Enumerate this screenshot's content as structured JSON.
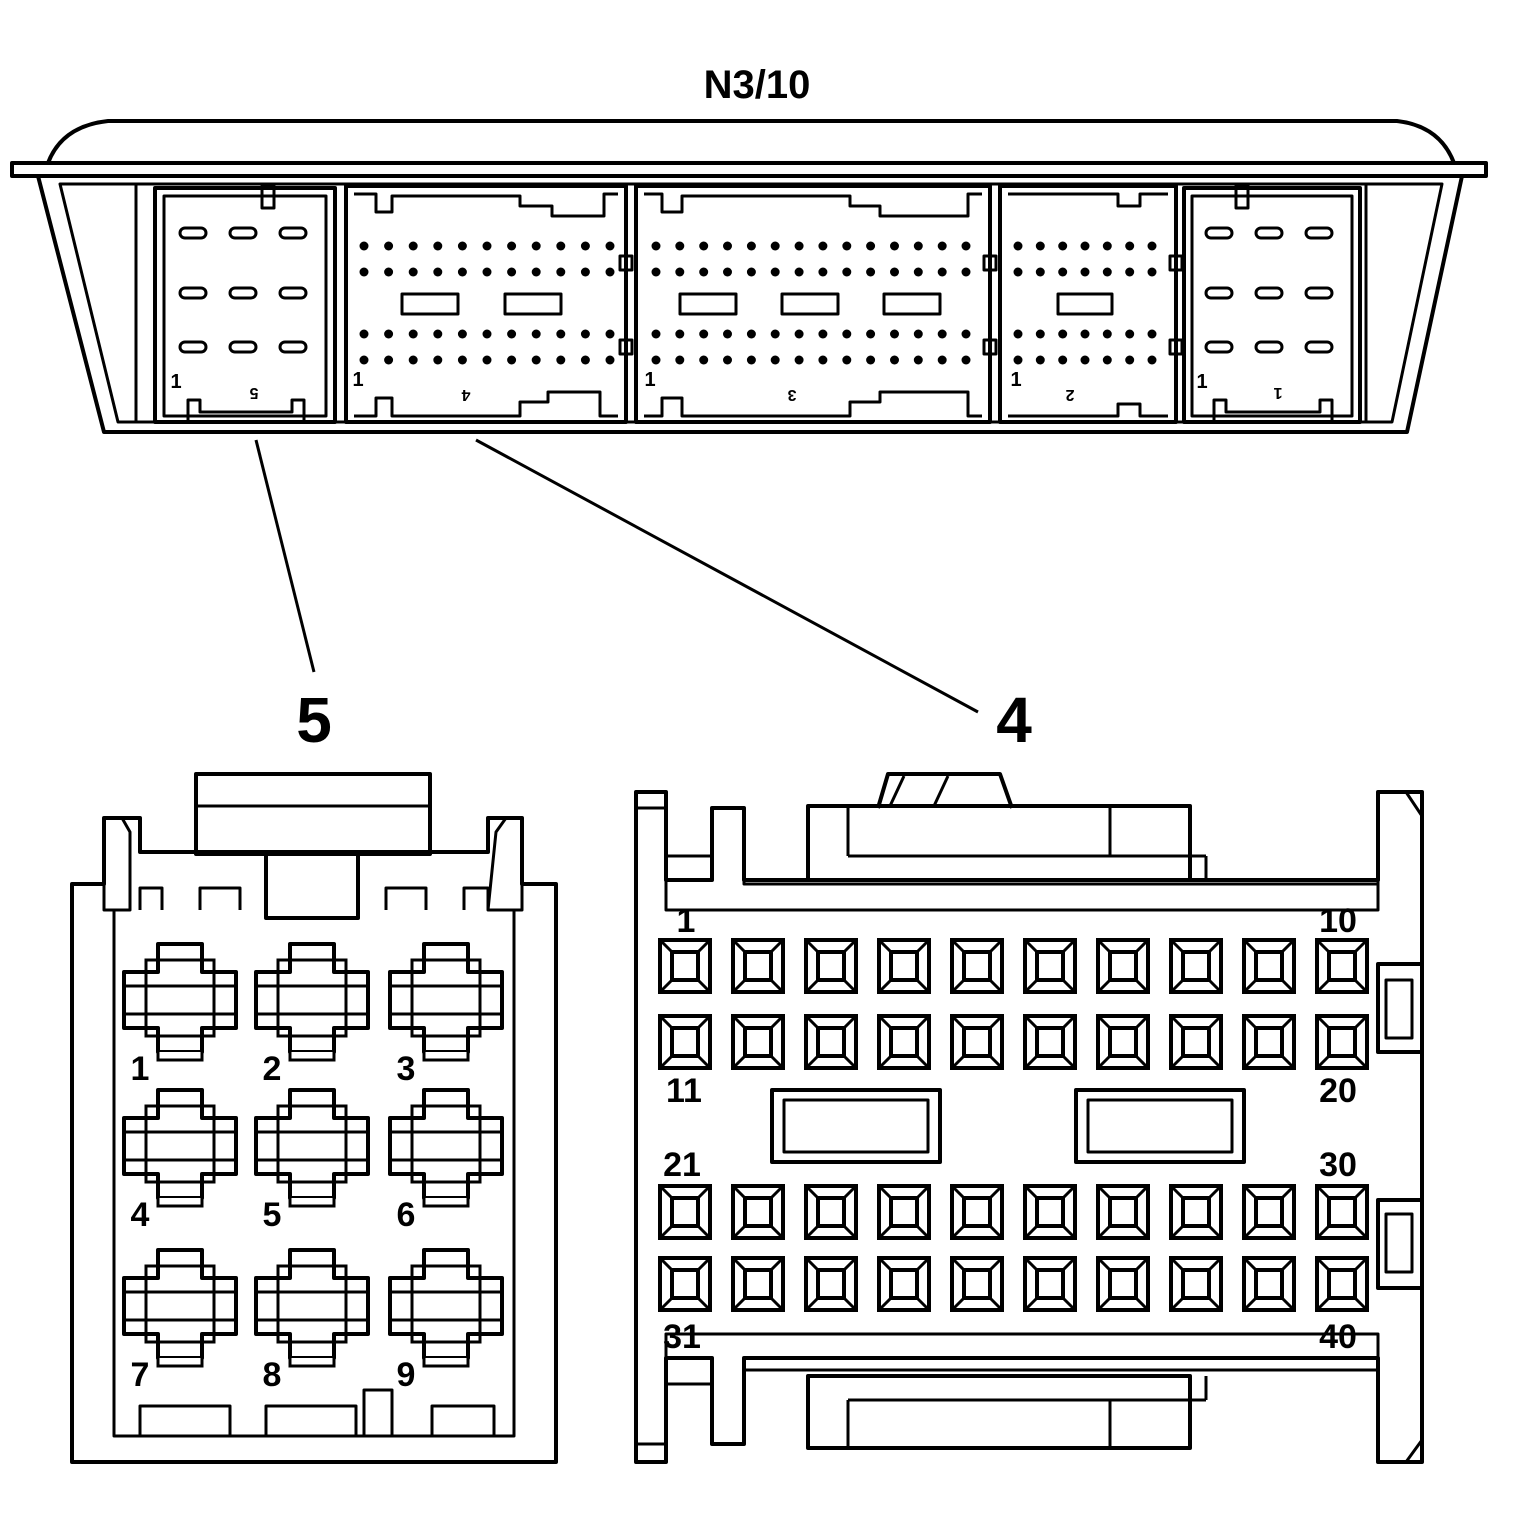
{
  "module": {
    "title": "N3/10",
    "slots": [
      {
        "id": "5",
        "label": "5",
        "pin_one": "1"
      },
      {
        "id": "4",
        "label": "4",
        "pin_one": "1"
      },
      {
        "id": "3",
        "label": "3",
        "pin_one": "1"
      },
      {
        "id": "2",
        "label": "2",
        "pin_one": "1"
      },
      {
        "id": "1",
        "label": "1",
        "pin_one": "1"
      }
    ]
  },
  "callouts": {
    "connector5": "5",
    "connector4": "4"
  },
  "connector5": {
    "pins": [
      "1",
      "2",
      "3",
      "4",
      "5",
      "6",
      "7",
      "8",
      "9"
    ]
  },
  "connector4": {
    "row_labels": {
      "r1_left": "1",
      "r1_right": "10",
      "r2_left": "11",
      "r2_right": "20",
      "r3_left": "21",
      "r3_right": "30",
      "r4_left": "31",
      "r4_right": "40"
    }
  }
}
